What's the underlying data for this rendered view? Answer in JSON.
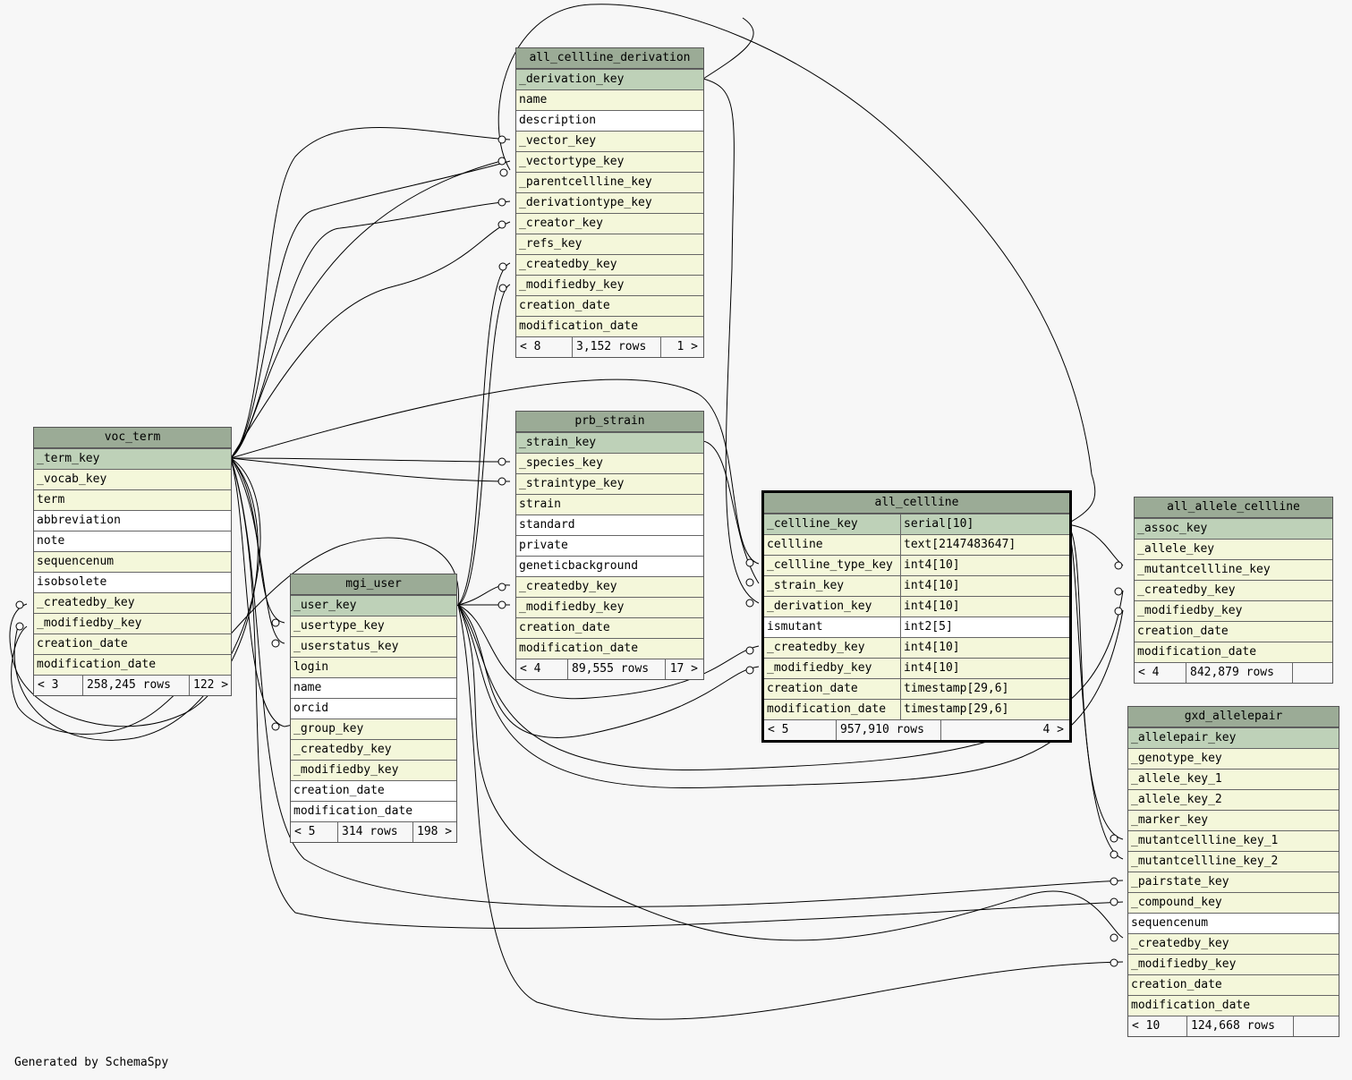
{
  "credit": "Generated by SchemaSpy",
  "tables": [
    {
      "name": "all_cellline_derivation",
      "focus": false,
      "columns": [
        {
          "name": "_derivation_key",
          "kind": "pk"
        },
        {
          "name": "name",
          "kind": "fk"
        },
        {
          "name": "description",
          "kind": "plain"
        },
        {
          "name": "_vector_key",
          "kind": "fk"
        },
        {
          "name": "_vectortype_key",
          "kind": "fk"
        },
        {
          "name": "_parentcellline_key",
          "kind": "fk"
        },
        {
          "name": "_derivationtype_key",
          "kind": "fk"
        },
        {
          "name": "_creator_key",
          "kind": "fk"
        },
        {
          "name": "_refs_key",
          "kind": "fk"
        },
        {
          "name": "_createdby_key",
          "kind": "fk"
        },
        {
          "name": "_modifiedby_key",
          "kind": "fk"
        },
        {
          "name": "creation_date",
          "kind": "fk"
        },
        {
          "name": "modification_date",
          "kind": "fk"
        }
      ],
      "footer": [
        "< 8",
        "3,152 rows",
        "1 >"
      ]
    },
    {
      "name": "prb_strain",
      "focus": false,
      "columns": [
        {
          "name": "_strain_key",
          "kind": "pk"
        },
        {
          "name": "_species_key",
          "kind": "fk"
        },
        {
          "name": "_straintype_key",
          "kind": "fk"
        },
        {
          "name": "strain",
          "kind": "fk"
        },
        {
          "name": "standard",
          "kind": "plain"
        },
        {
          "name": "private",
          "kind": "plain"
        },
        {
          "name": "geneticbackground",
          "kind": "plain"
        },
        {
          "name": "_createdby_key",
          "kind": "fk"
        },
        {
          "name": "_modifiedby_key",
          "kind": "fk"
        },
        {
          "name": "creation_date",
          "kind": "fk"
        },
        {
          "name": "modification_date",
          "kind": "fk"
        }
      ],
      "footer": [
        "< 4",
        "89,555 rows",
        "17 >"
      ]
    },
    {
      "name": "voc_term",
      "focus": false,
      "columns": [
        {
          "name": "_term_key",
          "kind": "pk"
        },
        {
          "name": "_vocab_key",
          "kind": "fk"
        },
        {
          "name": "term",
          "kind": "fk"
        },
        {
          "name": "abbreviation",
          "kind": "plain"
        },
        {
          "name": "note",
          "kind": "plain"
        },
        {
          "name": "sequencenum",
          "kind": "fk"
        },
        {
          "name": "isobsolete",
          "kind": "plain"
        },
        {
          "name": "_createdby_key",
          "kind": "fk"
        },
        {
          "name": "_modifiedby_key",
          "kind": "fk"
        },
        {
          "name": "creation_date",
          "kind": "fk"
        },
        {
          "name": "modification_date",
          "kind": "fk"
        }
      ],
      "footer": [
        "< 3",
        "258,245 rows",
        "122 >"
      ]
    },
    {
      "name": "mgi_user",
      "focus": false,
      "columns": [
        {
          "name": "_user_key",
          "kind": "pk"
        },
        {
          "name": "_usertype_key",
          "kind": "fk"
        },
        {
          "name": "_userstatus_key",
          "kind": "fk"
        },
        {
          "name": "login",
          "kind": "fk"
        },
        {
          "name": "name",
          "kind": "plain"
        },
        {
          "name": "orcid",
          "kind": "plain"
        },
        {
          "name": "_group_key",
          "kind": "fk"
        },
        {
          "name": "_createdby_key",
          "kind": "fk"
        },
        {
          "name": "_modifiedby_key",
          "kind": "fk"
        },
        {
          "name": "creation_date",
          "kind": "plain"
        },
        {
          "name": "modification_date",
          "kind": "plain"
        }
      ],
      "footer": [
        "< 5",
        "314 rows",
        "198 >"
      ]
    },
    {
      "name": "all_cellline",
      "focus": true,
      "columns": [
        {
          "name": "_cellline_key",
          "kind": "pk",
          "type": "serial[10]"
        },
        {
          "name": "cellline",
          "kind": "fk",
          "type": "text[2147483647]"
        },
        {
          "name": "_cellline_type_key",
          "kind": "fk",
          "type": "int4[10]"
        },
        {
          "name": "_strain_key",
          "kind": "fk",
          "type": "int4[10]"
        },
        {
          "name": "_derivation_key",
          "kind": "fk",
          "type": "int4[10]"
        },
        {
          "name": "ismutant",
          "kind": "plain",
          "type": "int2[5]"
        },
        {
          "name": "_createdby_key",
          "kind": "fk",
          "type": "int4[10]"
        },
        {
          "name": "_modifiedby_key",
          "kind": "fk",
          "type": "int4[10]"
        },
        {
          "name": "creation_date",
          "kind": "fk",
          "type": "timestamp[29,6]"
        },
        {
          "name": "modification_date",
          "kind": "fk",
          "type": "timestamp[29,6]"
        }
      ],
      "footer": [
        "< 5",
        "957,910 rows",
        "4 >"
      ]
    },
    {
      "name": "all_allele_cellline",
      "focus": false,
      "columns": [
        {
          "name": "_assoc_key",
          "kind": "pk"
        },
        {
          "name": "_allele_key",
          "kind": "fk"
        },
        {
          "name": "_mutantcellline_key",
          "kind": "fk"
        },
        {
          "name": "_createdby_key",
          "kind": "fk"
        },
        {
          "name": "_modifiedby_key",
          "kind": "fk"
        },
        {
          "name": "creation_date",
          "kind": "fk"
        },
        {
          "name": "modification_date",
          "kind": "fk"
        }
      ],
      "footer": [
        "< 4",
        "842,879 rows",
        ""
      ]
    },
    {
      "name": "gxd_allelepair",
      "focus": false,
      "columns": [
        {
          "name": "_allelepair_key",
          "kind": "pk"
        },
        {
          "name": "_genotype_key",
          "kind": "fk"
        },
        {
          "name": "_allele_key_1",
          "kind": "fk"
        },
        {
          "name": "_allele_key_2",
          "kind": "fk"
        },
        {
          "name": "_marker_key",
          "kind": "fk"
        },
        {
          "name": "_mutantcellline_key_1",
          "kind": "fk"
        },
        {
          "name": "_mutantcellline_key_2",
          "kind": "fk"
        },
        {
          "name": "_pairstate_key",
          "kind": "fk"
        },
        {
          "name": "_compound_key",
          "kind": "fk"
        },
        {
          "name": "sequencenum",
          "kind": "plain"
        },
        {
          "name": "_createdby_key",
          "kind": "fk"
        },
        {
          "name": "_modifiedby_key",
          "kind": "fk"
        },
        {
          "name": "creation_date",
          "kind": "fk"
        },
        {
          "name": "modification_date",
          "kind": "fk"
        }
      ],
      "footer": [
        "< 10",
        "124,668 rows",
        ""
      ]
    }
  ]
}
